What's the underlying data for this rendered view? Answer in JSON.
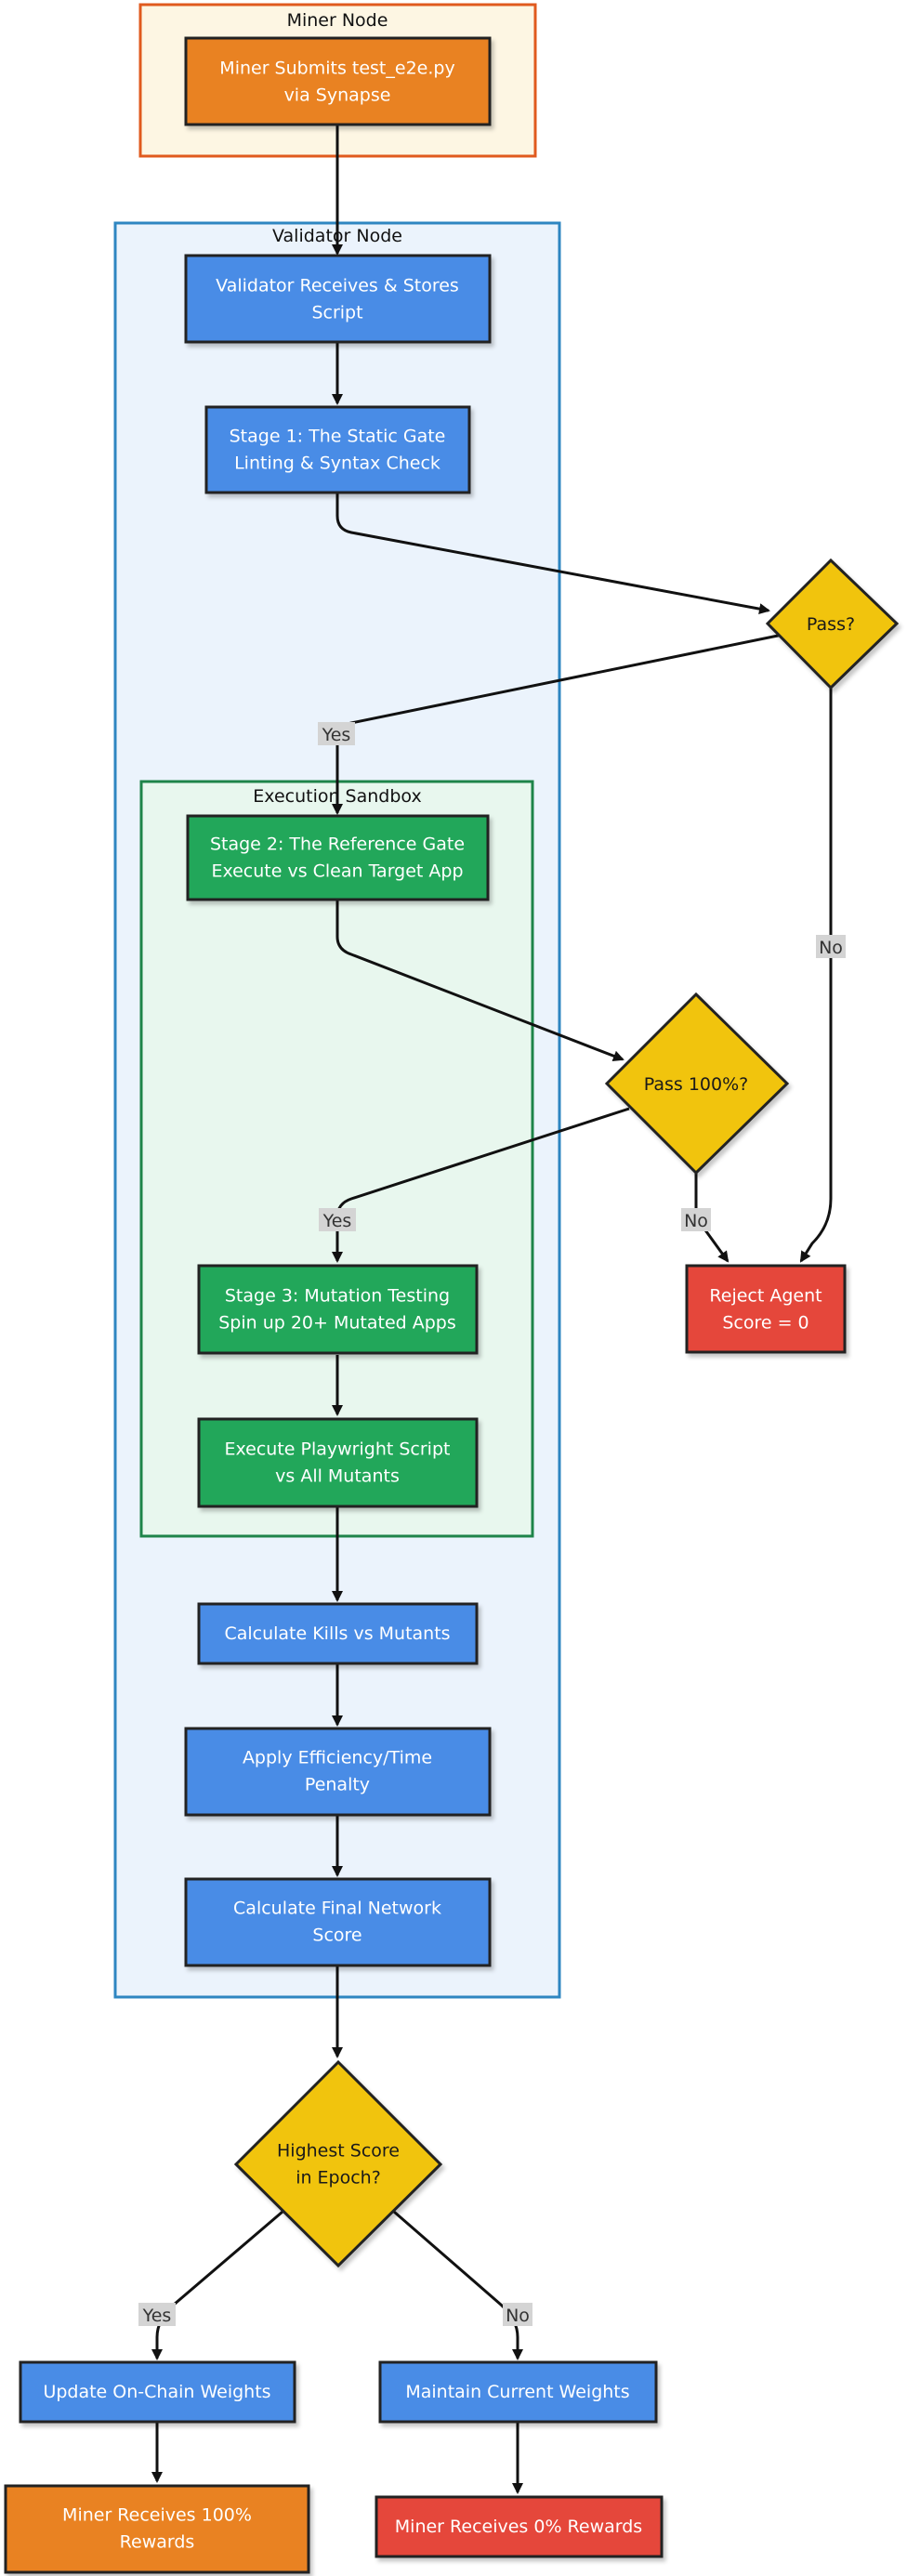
{
  "clusters": {
    "miner": "Miner Node",
    "validator": "Validator Node",
    "sandbox": "Execution Sandbox"
  },
  "nodes": {
    "submit": [
      "Miner Submits test_e2e.py",
      "via Synapse"
    ],
    "receive": [
      "Validator Receives & Stores",
      "Script"
    ],
    "stage1": [
      "Stage 1: The Static Gate",
      "Linting & Syntax Check"
    ],
    "pass1": [
      "Pass?"
    ],
    "stage2": [
      "Stage 2: The Reference Gate",
      "Execute vs Clean Target App"
    ],
    "pass2": [
      "Pass 100%?"
    ],
    "stage3": [
      "Stage 3: Mutation Testing",
      "Spin up 20+ Mutated Apps"
    ],
    "execute": [
      "Execute Playwright Script",
      "vs All Mutants"
    ],
    "reject": [
      "Reject Agent",
      "Score = 0"
    ],
    "kills": [
      "Calculate Kills vs Mutants"
    ],
    "penalty": [
      "Apply Efficiency/Time",
      "Penalty"
    ],
    "final": [
      "Calculate Final Network",
      "Score"
    ],
    "highest": [
      "Highest Score",
      "in Epoch?"
    ],
    "update": [
      "Update On-Chain Weights"
    ],
    "maintain": [
      "Maintain Current Weights"
    ],
    "rewards100": [
      "Miner Receives 100%",
      "Rewards"
    ],
    "rewards0": [
      "Miner Receives 0% Rewards"
    ]
  },
  "edge_labels": {
    "pass1_yes": "Yes",
    "pass1_no": "No",
    "pass2_yes": "Yes",
    "pass2_no": "No",
    "highest_yes": "Yes",
    "highest_no": "No"
  },
  "colors": {
    "blue": "#4a8ce6",
    "green": "#22a75a",
    "orange": "#e98220",
    "red": "#e5473b",
    "yellow": "#f1c40f",
    "miner_bg": "#fdf6e3",
    "miner_border": "#e05a1e",
    "validator_bg": "#ebf3fc",
    "validator_border": "#2e86c1",
    "sandbox_bg": "#e8f7ee",
    "sandbox_border": "#1e8449"
  }
}
